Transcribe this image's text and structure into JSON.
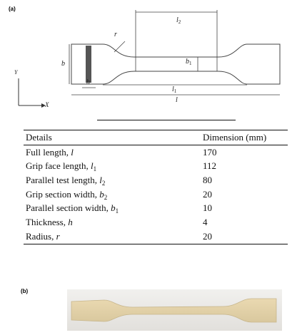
{
  "figure": {
    "label_a": "(a)",
    "label_b": "(b)"
  },
  "schematic": {
    "labels": {
      "l2": "l",
      "l2_sub": "2",
      "r": "r",
      "b": "b",
      "b1": "b",
      "b1_sub": "1",
      "h": "h",
      "l1": "l",
      "l1_sub": "1",
      "l": "l",
      "axis_y": "Y",
      "axis_x": "X"
    },
    "colors": {
      "line": "#444444",
      "grip_band": "#555555"
    }
  },
  "table": {
    "headers": [
      "Details",
      "Dimension (mm)"
    ],
    "rows": [
      {
        "label": "Full length, ",
        "symbol": "l",
        "sub": "",
        "value": "170"
      },
      {
        "label": "Grip face length, ",
        "symbol": "l",
        "sub": "1",
        "value": "112"
      },
      {
        "label": "Parallel test length, ",
        "symbol": "l",
        "sub": "2",
        "value": "80"
      },
      {
        "label": "Grip section width, ",
        "symbol": "b",
        "sub": "2",
        "value": "20"
      },
      {
        "label": "Parallel section width, ",
        "symbol": "b",
        "sub": "1",
        "value": "10"
      },
      {
        "label": "Thickness, ",
        "symbol": "h",
        "sub": "",
        "value": "4"
      },
      {
        "label": "Radius, ",
        "symbol": "r",
        "sub": "",
        "value": "20"
      }
    ]
  },
  "photo": {
    "specimen_color": "#e3d5ad",
    "background_color": "#ecebe8"
  }
}
